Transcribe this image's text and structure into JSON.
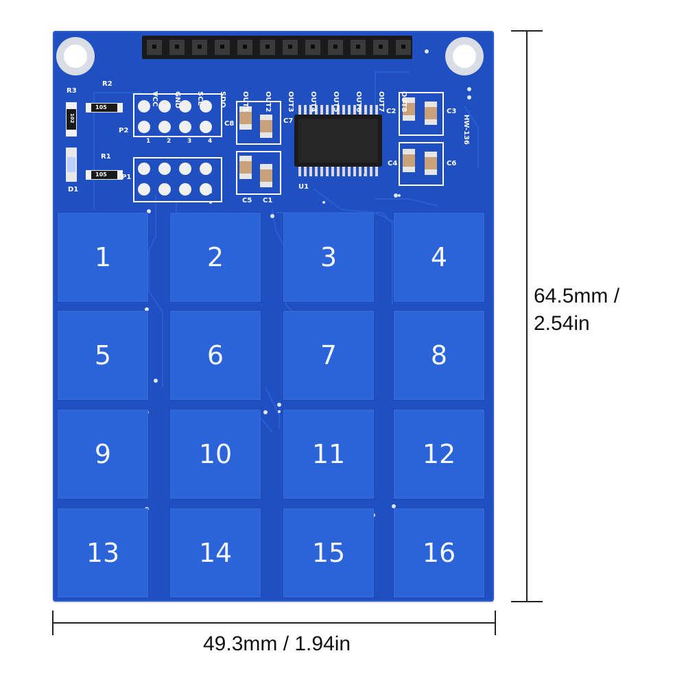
{
  "board": {
    "model": "HW-136",
    "header_pins": [
      "VCC",
      "GND",
      "SCL",
      "SDO",
      "OUT1",
      "OUT2",
      "OUT3",
      "OUT4",
      "OUT5",
      "OUT6",
      "OUT7",
      "OUT8"
    ],
    "components": {
      "r3": "R3",
      "r2": "R2",
      "r1": "R1",
      "d1": "D1",
      "p1": "P1",
      "p2": "P2",
      "c1": "C1",
      "c2": "C2",
      "c3": "C3",
      "c4": "C4",
      "c5": "C5",
      "c6": "C6",
      "c7": "C7",
      "c8": "C8",
      "u1": "U1",
      "resistor_code_a": "105",
      "resistor_code_b": "105",
      "resistor_code_c": "102"
    },
    "jumper_numbers": [
      "1",
      "2",
      "3",
      "4"
    ],
    "pads": [
      "1",
      "2",
      "3",
      "4",
      "5",
      "6",
      "7",
      "8",
      "9",
      "10",
      "11",
      "12",
      "13",
      "14",
      "15",
      "16"
    ],
    "colors": {
      "board": "#1f4fc0",
      "pad": "#2b63d9",
      "silkscreen": "#ffffff"
    }
  },
  "dimensions": {
    "height_label_line1": "64.5mm /",
    "height_label_line2": "2.54in",
    "width_label": "49.3mm / 1.94in"
  }
}
